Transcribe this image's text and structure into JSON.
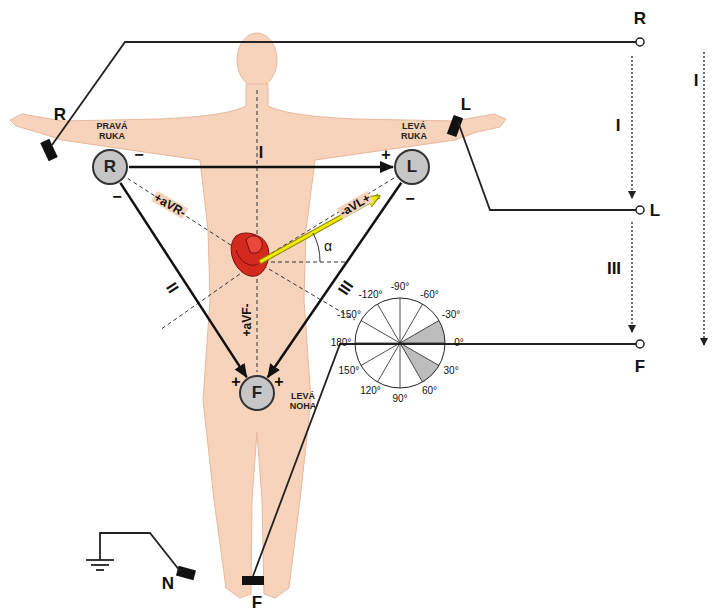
{
  "diagram": {
    "nodes": [
      {
        "text": [
          "R",
          "PRAVÁ RUKA"
        ]
      },
      {
        "text": [
          "L",
          "LEVÁ RUKA"
        ]
      },
      {
        "text": [
          "F",
          "LEVÁ NOHA"
        ]
      }
    ],
    "edges": [
      {
        "from": 0,
        "to": 1,
        "arrow": "to",
        "label": "I"
      },
      {
        "from": 0,
        "to": 2,
        "arrow": "to",
        "label": "II"
      },
      {
        "from": 1,
        "to": 2,
        "arrow": "to",
        "label": "III"
      }
    ],
    "labels": [
      "+aVR-",
      "-aVL+",
      "+aVF-",
      "α",
      "-120°",
      "-90°",
      "-60°",
      "-150°",
      "-30°",
      "180°",
      "0°",
      "150°",
      "30°",
      "120°",
      "90°",
      "60°",
      "R",
      "I",
      "III",
      "I",
      "L",
      "F",
      "R",
      "L",
      "N",
      "F",
      "−",
      "−",
      "+",
      "−",
      "+",
      "+"
    ]
  }
}
